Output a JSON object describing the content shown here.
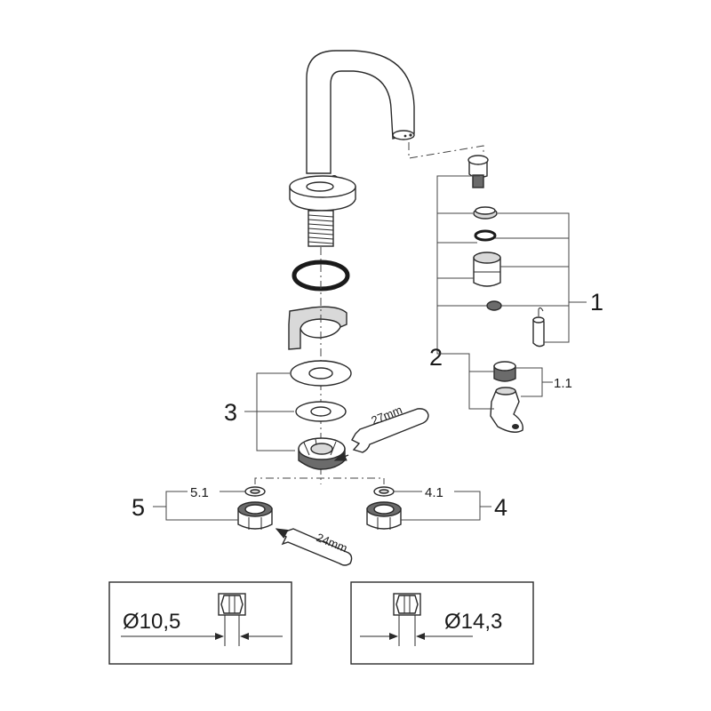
{
  "labels": {
    "part_1": "1",
    "part_1_1": "1.1",
    "part_2": "2",
    "part_3": "3",
    "part_4": "4",
    "part_4_1": "4.1",
    "part_5": "5",
    "part_5_1": "5.1"
  },
  "wrenches": {
    "upper": "27mm",
    "lower": "24mm"
  },
  "dimensions": {
    "left": "Ø10,5",
    "right": "Ø14,3"
  }
}
